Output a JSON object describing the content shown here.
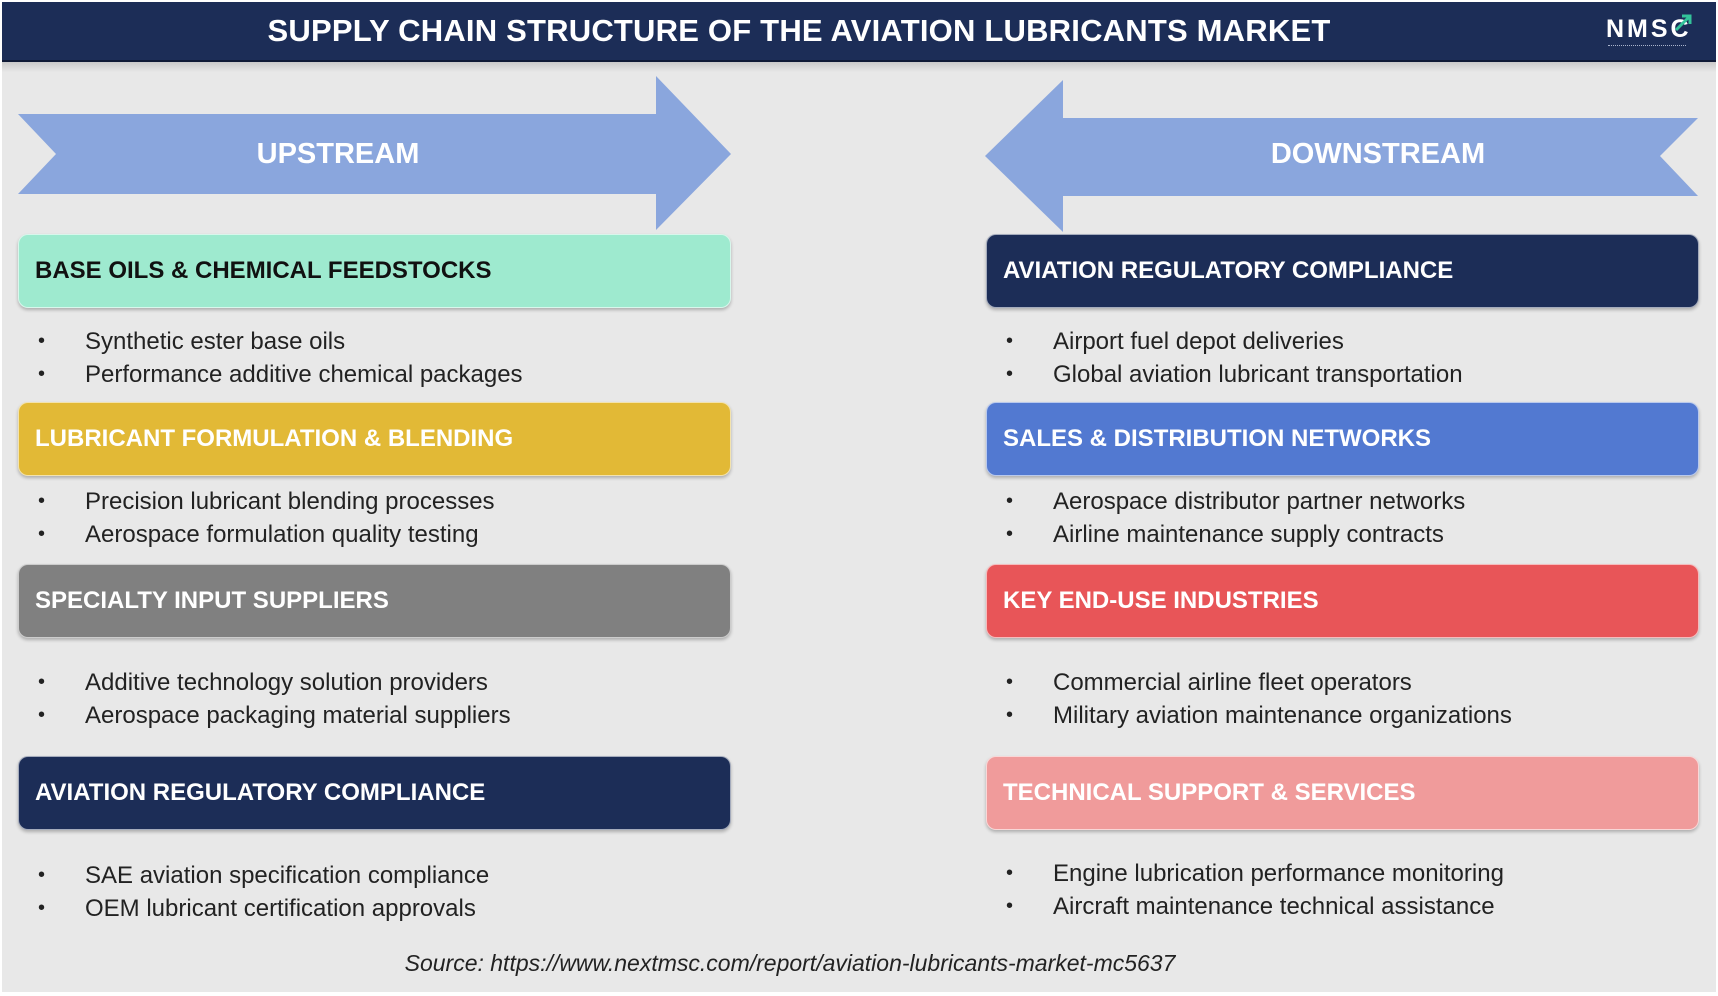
{
  "header": {
    "title": "SUPPLY CHAIN STRUCTURE OF THE AVIATION LUBRICANTS MARKET",
    "logo_text": "NMSC"
  },
  "upstream": {
    "label": "UPSTREAM",
    "sections": [
      {
        "title": "BASE OILS & CHEMICAL FEEDSTOCKS",
        "items": [
          "Synthetic ester base oils",
          "Performance additive chemical packages"
        ]
      },
      {
        "title": "LUBRICANT FORMULATION & BLENDING",
        "items": [
          "Precision lubricant blending processes",
          "Aerospace formulation quality testing"
        ]
      },
      {
        "title": "SPECIALTY INPUT SUPPLIERS",
        "items": [
          "Additive technology solution providers",
          "Aerospace packaging material suppliers"
        ]
      },
      {
        "title": "AVIATION REGULATORY COMPLIANCE",
        "items": [
          "SAE aviation specification compliance",
          "OEM lubricant certification approvals"
        ]
      }
    ]
  },
  "downstream": {
    "label": "DOWNSTREAM",
    "sections": [
      {
        "title": "AVIATION REGULATORY COMPLIANCE",
        "items": [
          "Airport fuel depot deliveries",
          "Global aviation lubricant transportation"
        ]
      },
      {
        "title": "SALES & DISTRIBUTION NETWORKS",
        "items": [
          "Aerospace distributor partner networks",
          "Airline maintenance supply contracts"
        ]
      },
      {
        "title": "KEY END-USE INDUSTRIES",
        "items": [
          "Commercial airline fleet operators",
          "Military aviation maintenance organizations"
        ]
      },
      {
        "title": "TECHNICAL SUPPORT & SERVICES",
        "items": [
          "Engine lubrication performance monitoring",
          "Aircraft maintenance technical assistance"
        ]
      }
    ]
  },
  "source": "Source: https://www.nextmsc.com/report/aviation-lubricants-market-mc5637",
  "colors": {
    "header_bg": "#1c2d57",
    "arrow": "#8aa6dd",
    "mint": "#9eeacf",
    "gold": "#e2b936",
    "gray": "#808080",
    "navy": "#1c2d57",
    "blue": "#5279d1",
    "red": "#e85558",
    "pink": "#f09b9b"
  }
}
